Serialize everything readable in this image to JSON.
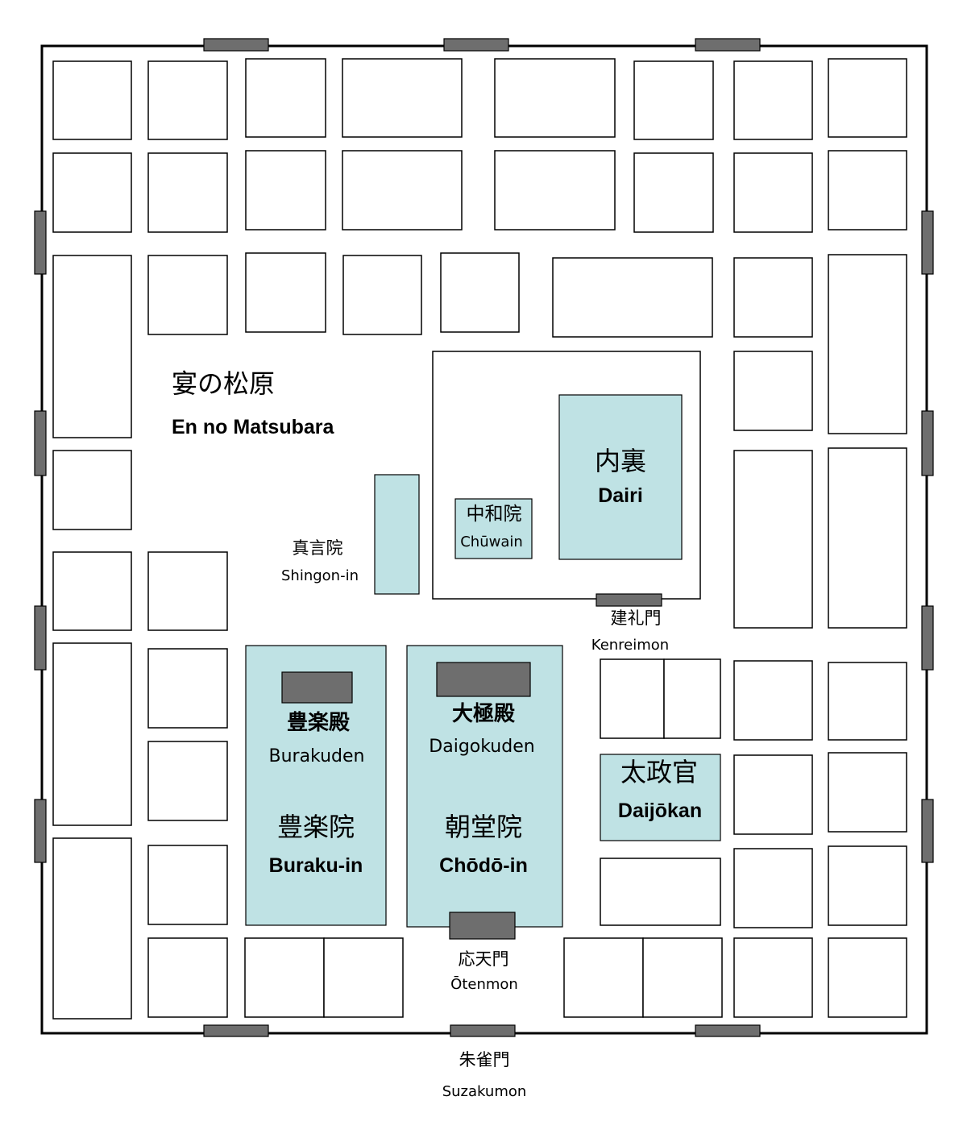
{
  "colors": {
    "wall": "#000000",
    "gate": "#6e6e6e",
    "highlight": "#bfe2e4",
    "block": "#ffffff"
  },
  "labels": {
    "en_no_matsubara": {
      "jp": "宴の松原",
      "en": "En no Matsubara"
    },
    "dairi": {
      "jp": "内裏",
      "en": "Dairi"
    },
    "chuwain": {
      "jp": "中和院",
      "en": "Chūwain"
    },
    "shingon_in": {
      "jp": "真言院",
      "en": "Shingon-in"
    },
    "kenreimon": {
      "jp": "建礼門",
      "en": "Kenreimon"
    },
    "burakuden": {
      "jp": "豊楽殿",
      "en": "Burakuden"
    },
    "buraku_in": {
      "jp": "豊楽院",
      "en": "Buraku-in"
    },
    "daigokuden": {
      "jp": "大極殿",
      "en": "Daigokuden"
    },
    "chodo_in": {
      "jp": "朝堂院",
      "en": "Chōdō-in"
    },
    "daijokan": {
      "jp": "太政官",
      "en": "Daijōkan"
    },
    "otenmon": {
      "jp": "応天門",
      "en": "Ōtenmon"
    },
    "suzakumon": {
      "jp": "朱雀門",
      "en": "Suzakumon"
    }
  }
}
